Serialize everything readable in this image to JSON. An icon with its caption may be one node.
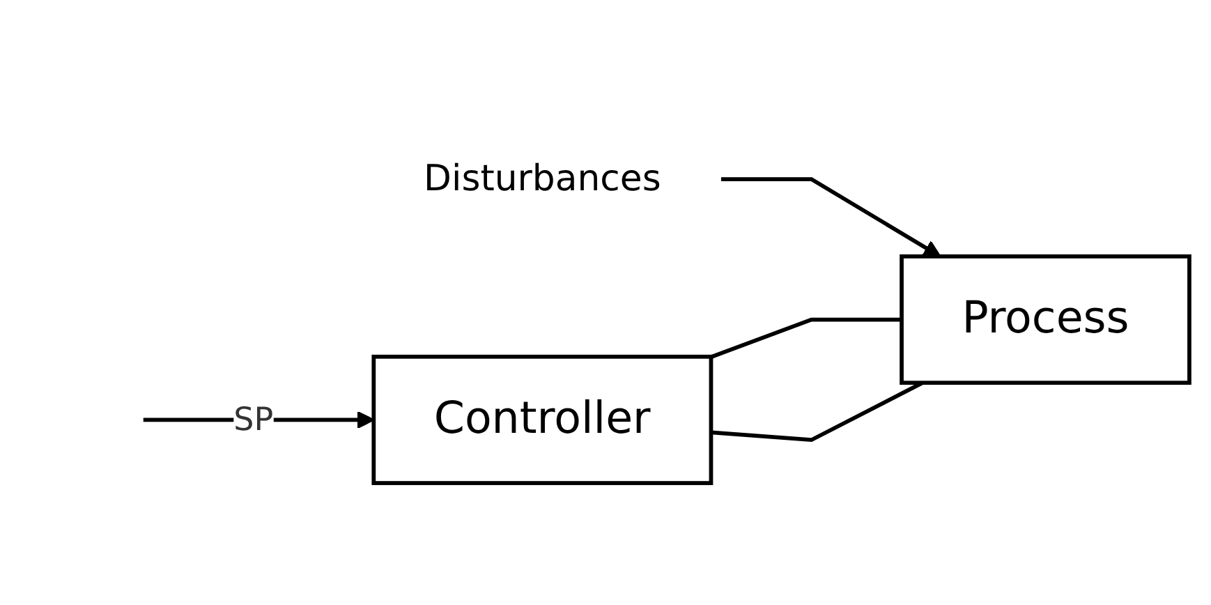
{
  "diagram": {
    "nodes": [
      {
        "text": [
          "Disturbances"
        ]
      },
      {
        "text": [
          "Controller"
        ]
      },
      {
        "text": [
          "Process"
        ]
      }
    ],
    "edges": [
      {
        "from": null,
        "to": 1,
        "arrow": "to",
        "label": "SP"
      },
      {
        "from": 0,
        "to": 2,
        "arrow": "to"
      },
      {
        "from": 1,
        "to": 2,
        "arrow": "none"
      },
      {
        "from": 1,
        "to": 2,
        "arrow": "none"
      }
    ]
  }
}
